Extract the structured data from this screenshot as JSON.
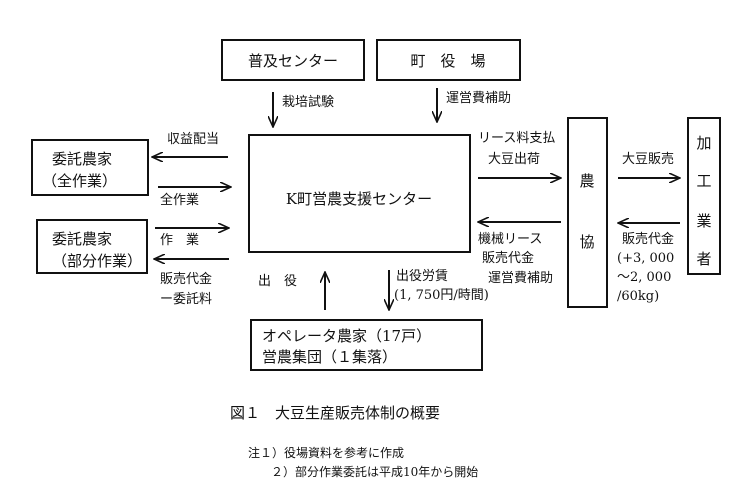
{
  "boxes": {
    "fukyu_center": "普及センター",
    "town_office": "町　役　場",
    "consign_all_1": "委託農家",
    "consign_all_2": "（全作業）",
    "consign_part_1": "委託農家",
    "consign_part_2": "（部分作業）",
    "center": "K町営農支援センター",
    "ja_1": "農",
    "ja_2": "協",
    "processor": [
      "加",
      "工",
      "業",
      "者"
    ],
    "operator_1": "オペレータ農家（17戸）",
    "operator_2": "営農集団（１集落）"
  },
  "labels": {
    "cultivation_test": "栽培試験",
    "operating_subsidy_top": "運営費補助",
    "profit_distribution": "収益配当",
    "all_work": "全作業",
    "work": "作　業",
    "sales_1": "販売代金",
    "sales_2": "ー委託料",
    "dispatch": "出　役",
    "dispatch_wage_1": "出役労賃",
    "dispatch_wage_2": "(1, 750円/時間)",
    "lease_payment": "リース料支払",
    "soy_shipment": "大豆出荷",
    "machine_lease": "機械リース",
    "sales_ja": "販売代金",
    "operating_subsidy_ja": "運営費補助",
    "soy_sales": "大豆販売",
    "sales_proc": "販売代金",
    "price_1": "(+3, 000",
    "price_2": "～2, 000",
    "price_3": "/60kg)"
  },
  "caption": "図１　大豆生産販売体制の概要",
  "notes": [
    "注１）役場資料を参考に作成",
    "２）部分作業委託は平成10年から開始"
  ]
}
